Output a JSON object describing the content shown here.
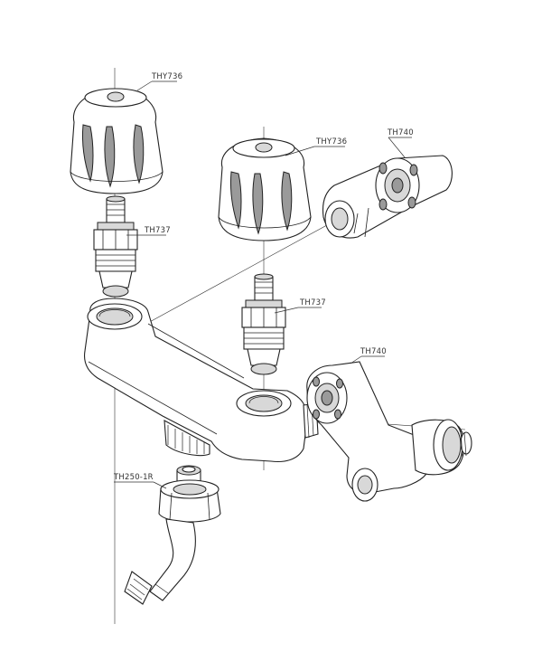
{
  "labels": {
    "knob_left": "THY736",
    "knob_right": "THY736",
    "cartridge_left": "TH737",
    "cartridge_right": "TH737",
    "union_top": "TH740",
    "union_bottom": "TH740",
    "spout_nut": "TH250-1R"
  }
}
